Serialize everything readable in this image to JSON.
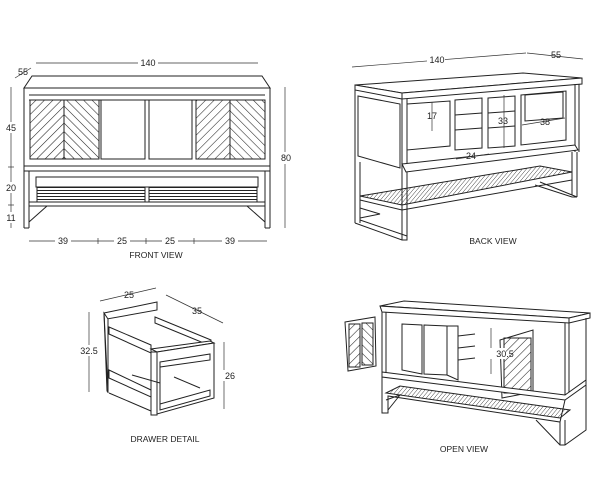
{
  "front_view": {
    "caption": "FRONT VIEW",
    "width": "140",
    "depth": "55",
    "height": "80",
    "cabinet_height": "45",
    "shelf_height": "20",
    "leg_height": "11",
    "section_widths": [
      "39",
      "25",
      "25",
      "39"
    ]
  },
  "back_view": {
    "caption": "BACK VIEW",
    "width": "140",
    "depth": "55",
    "inner_dims": [
      "17",
      "33",
      "38",
      "24"
    ]
  },
  "drawer_detail": {
    "caption": "DRAWER DETAIL",
    "width": "25",
    "depth": "35",
    "front_height": "32.5",
    "side_height": "26"
  },
  "open_view": {
    "caption": "OPEN VIEW",
    "inner_height": "30.5"
  }
}
